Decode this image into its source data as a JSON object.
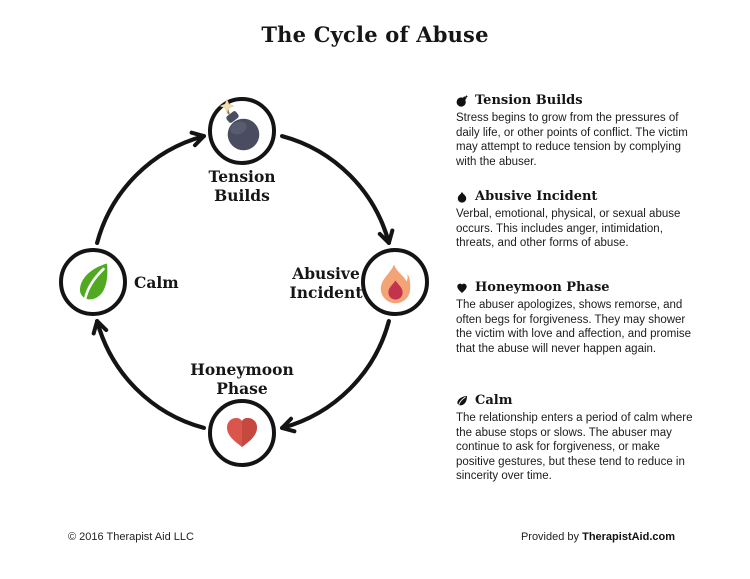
{
  "page": {
    "title": "The Cycle of Abuse",
    "footer_left": "© 2016 Therapist Aid LLC",
    "footer_right_prefix": "Provided by ",
    "footer_right_brand": "TherapistAid.com"
  },
  "diagram": {
    "direction": "clockwise",
    "nodes": [
      {
        "id": "tension",
        "label": "Tension\nBuilds",
        "icon": "bomb-icon",
        "position": "top"
      },
      {
        "id": "abusive",
        "label": "Abusive\nIncident",
        "icon": "flame-icon",
        "position": "right"
      },
      {
        "id": "honeymoon",
        "label": "Honeymoon\nPhase",
        "icon": "heart-icon",
        "position": "bottom"
      },
      {
        "id": "calm",
        "label": "Calm",
        "icon": "leaf-icon",
        "position": "left"
      }
    ]
  },
  "details": [
    {
      "icon": "bomb-icon",
      "heading": "Tension Builds",
      "body": "Stress begins to grow from the pressures of daily life, or other points of conflict. The victim may attempt to reduce tension by complying with the abuser."
    },
    {
      "icon": "flame-icon",
      "heading": "Abusive Incident",
      "body": "Verbal, emotional, physical, or sexual abuse occurs. This includes anger, intimidation, threats, and other forms of abuse."
    },
    {
      "icon": "heart-icon",
      "heading": "Honeymoon Phase",
      "body": "The abuser apologizes, shows remorse, and often begs for forgiveness. They may shower the victim with love and affection, and promise that the abuse will never happen again."
    },
    {
      "icon": "leaf-icon",
      "heading": "Calm",
      "body": "The relationship enters a period of calm where the abuse stops or slows. The abuser may continue to ask for forgiveness, or make positive gestures, but these tend to reduce in sincerity over time."
    }
  ],
  "colors": {
    "ink": "#141414",
    "bomb_body": "#4a4d60",
    "bomb_spark": "#f1e0b4",
    "flame_outer": "#f4a376",
    "flame_inner": "#c2334d",
    "heart_left": "#da564c",
    "heart_right": "#c64940",
    "leaf_green": "#51a922"
  }
}
